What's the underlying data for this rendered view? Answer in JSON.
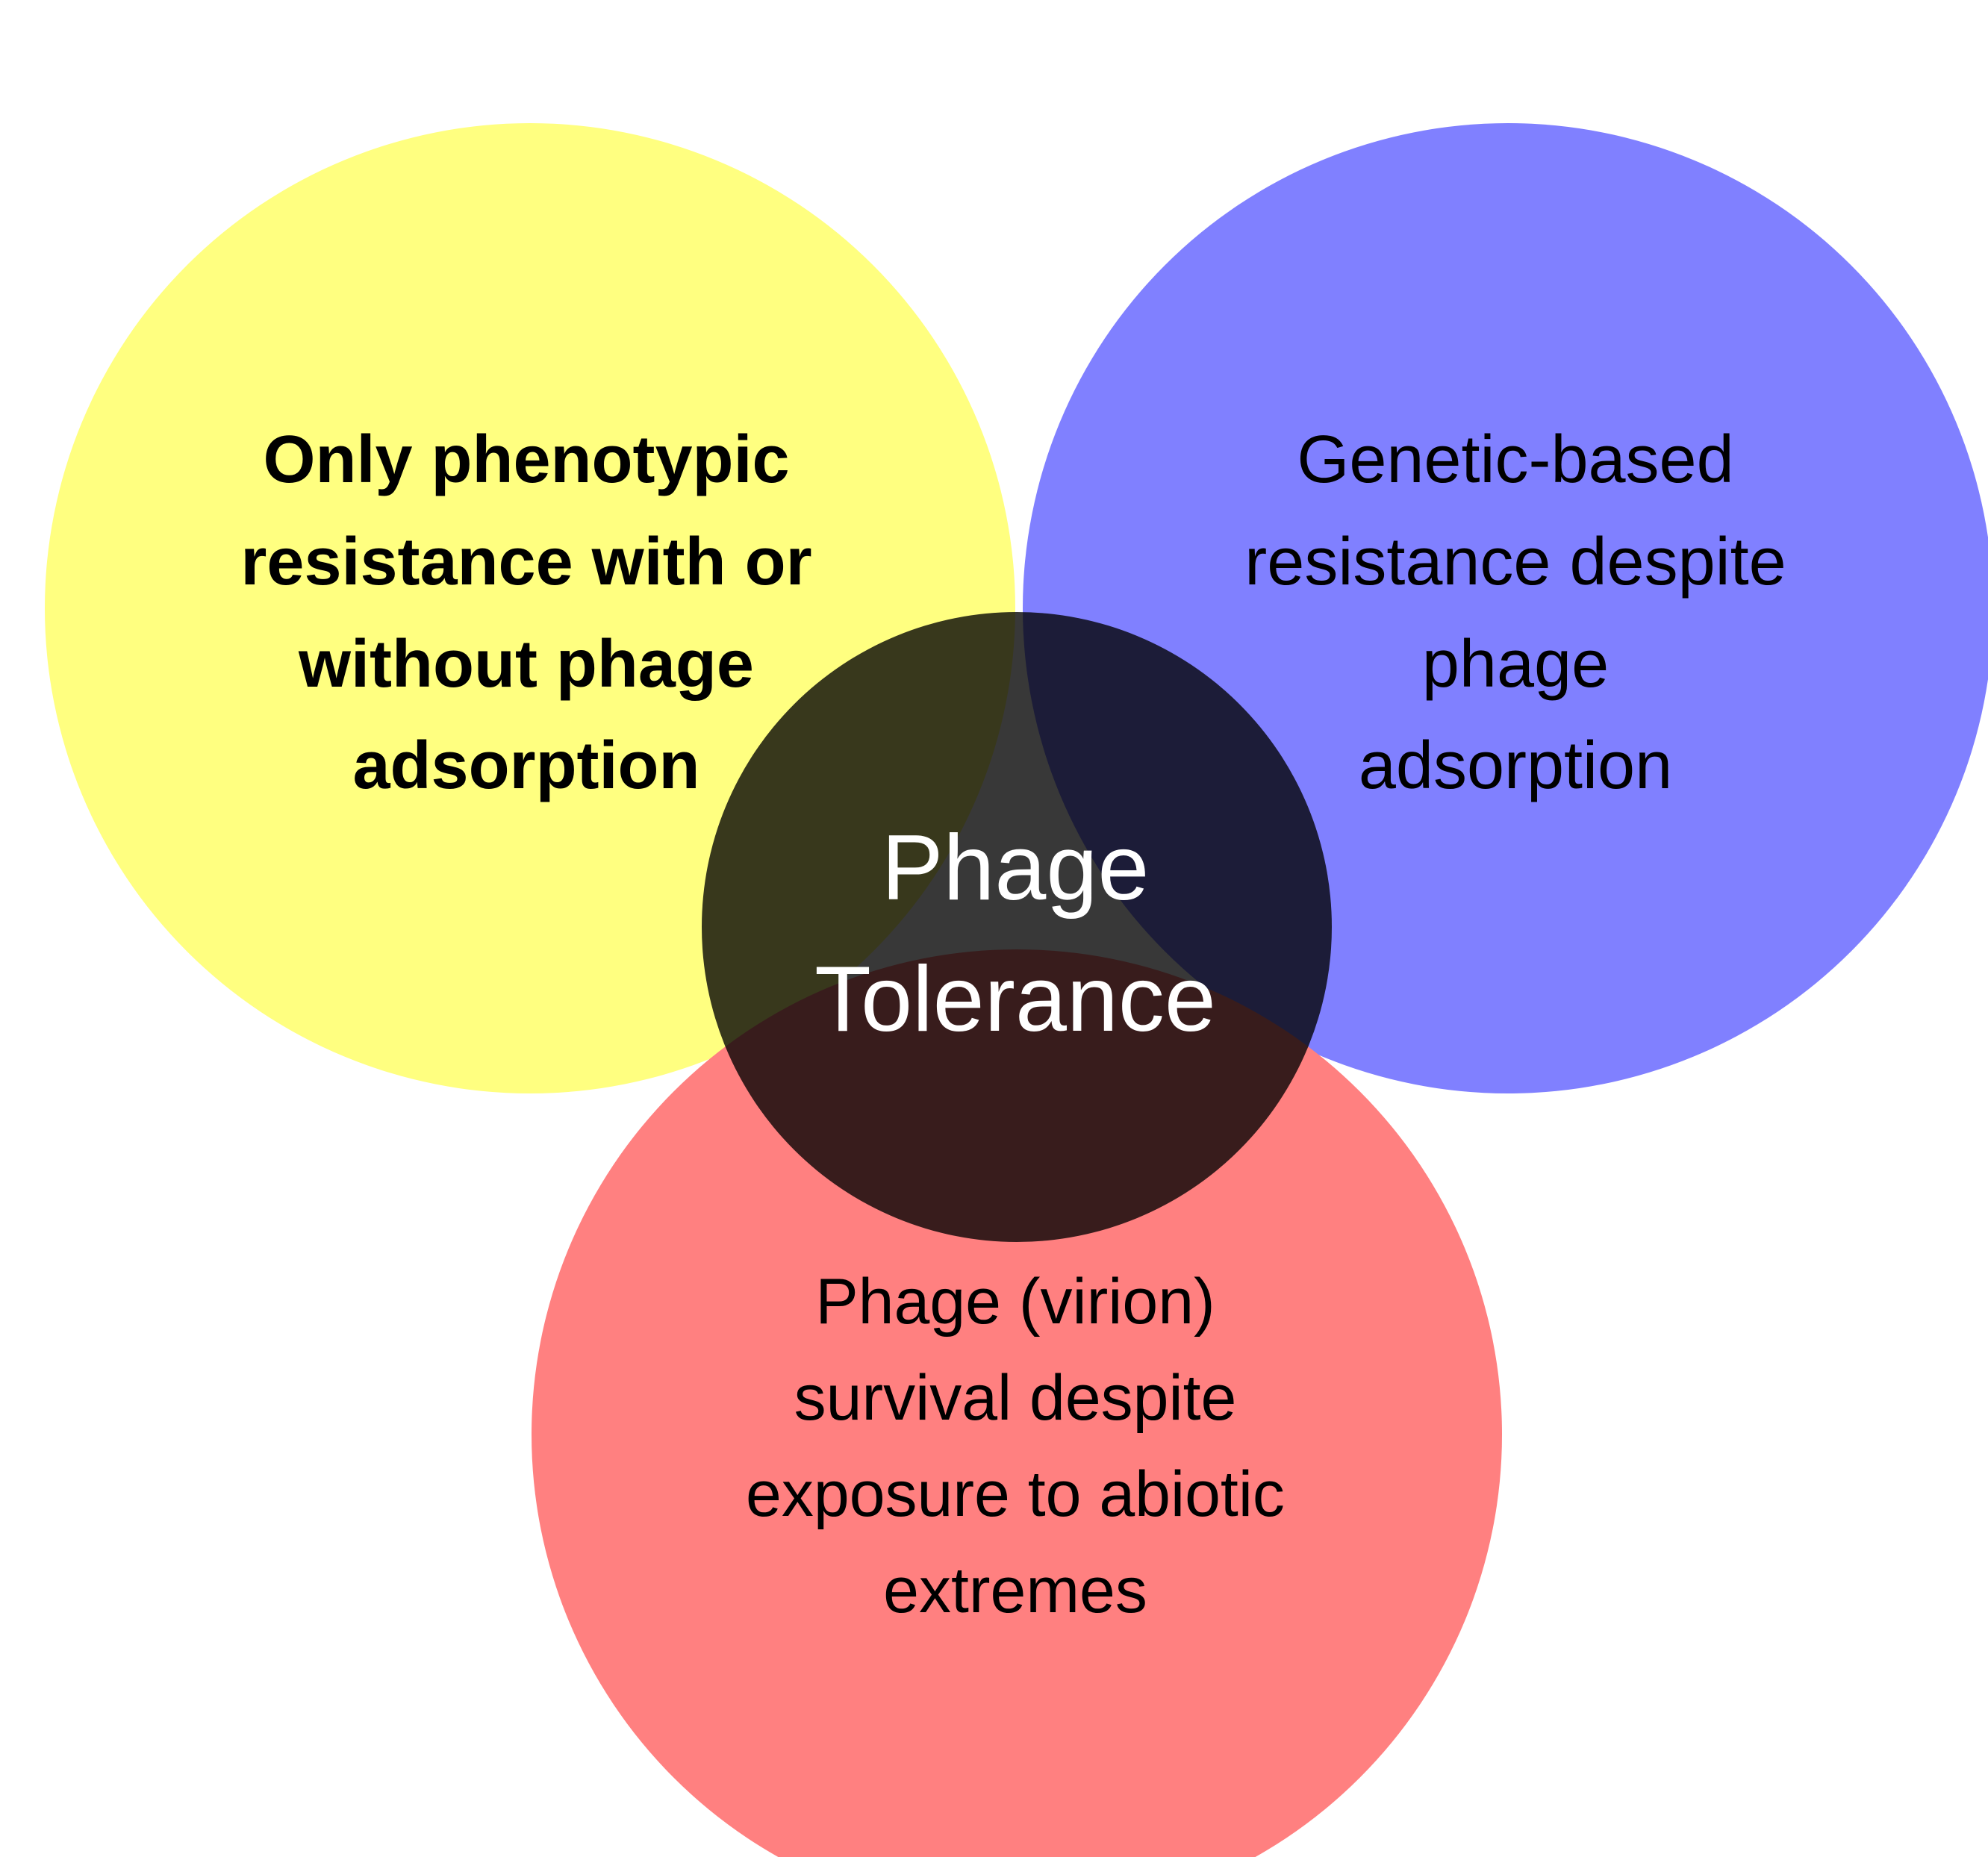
{
  "colors": {
    "background": "#ffffff",
    "yellow_set": "#ffff80",
    "blue_set": "#8080ff",
    "red_set": "#ff8080",
    "center_set": "#000000",
    "center_text": "#ffffff"
  },
  "sets": {
    "yellow": {
      "lines": [
        "Only phenotypic",
        "resistance with or",
        "without phage",
        "adsorption"
      ]
    },
    "blue": {
      "lines": [
        "Genetic-based",
        "resistance despite",
        "phage",
        "adsorption"
      ]
    },
    "red": {
      "lines": [
        "Phage (virion)",
        "survival despite",
        "exposure to abiotic",
        "extremes"
      ]
    },
    "center": {
      "lines": [
        "Phage",
        "Tolerance"
      ]
    }
  }
}
